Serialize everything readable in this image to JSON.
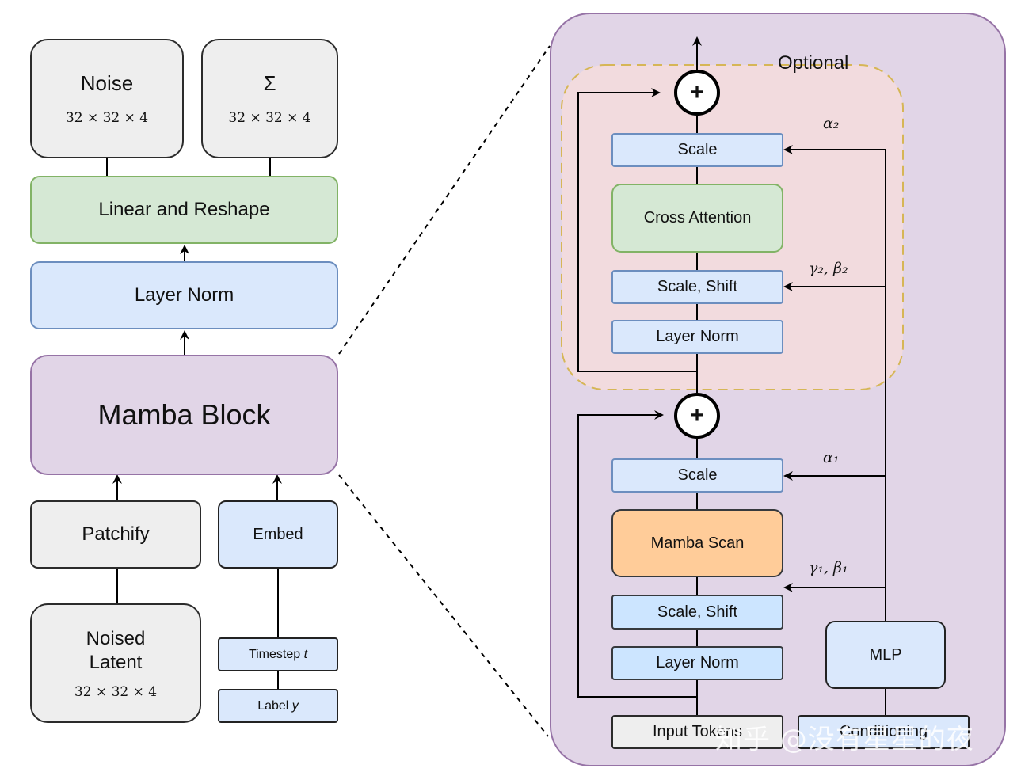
{
  "left": {
    "noise": {
      "label": "Noise",
      "dim": "32 × 32 × 4"
    },
    "sigma": {
      "label": "Σ",
      "dim": "32 × 32 × 4"
    },
    "linear_reshape": "Linear and Reshape",
    "layer_norm": "Layer Norm",
    "mamba_block": "Mamba Block",
    "patchify": "Patchify",
    "embed": "Embed",
    "noised_latent": {
      "line1": "Noised",
      "line2": "Latent",
      "dim": "32 × 32 × 4"
    },
    "timestep": {
      "text": "Timestep ",
      "var": "t"
    },
    "label": {
      "text": "Label ",
      "var": "y"
    }
  },
  "right": {
    "optional_label": "Optional",
    "plus_symbol": "+",
    "scale_top": "Scale",
    "cross_attention": "Cross Attention",
    "scale_shift_top": "Scale, Shift",
    "layer_norm_top": "Layer Norm",
    "scale_bottom": "Scale",
    "mamba_scan": "Mamba Scan",
    "scale_shift_bottom": "Scale, Shift",
    "layer_norm_bottom": "Layer Norm",
    "mlp": "MLP",
    "input_tokens": "Input Tokens",
    "conditioning": "Conditioning",
    "alpha2": "α₂",
    "gamma2_beta2": "γ₂, β₂",
    "alpha1": "α₁",
    "gamma1_beta1": "γ₁, β₁"
  },
  "watermark": "知乎 @没有星星的夜",
  "colors": {
    "gray": "#eeeeee",
    "blue": "#dae8fc",
    "green": "#d5e8d4",
    "purple": "#e1d5e7",
    "orange": "#ffcc99",
    "optional_fill": "#f8cecc",
    "optional_border": "#d6b656"
  }
}
